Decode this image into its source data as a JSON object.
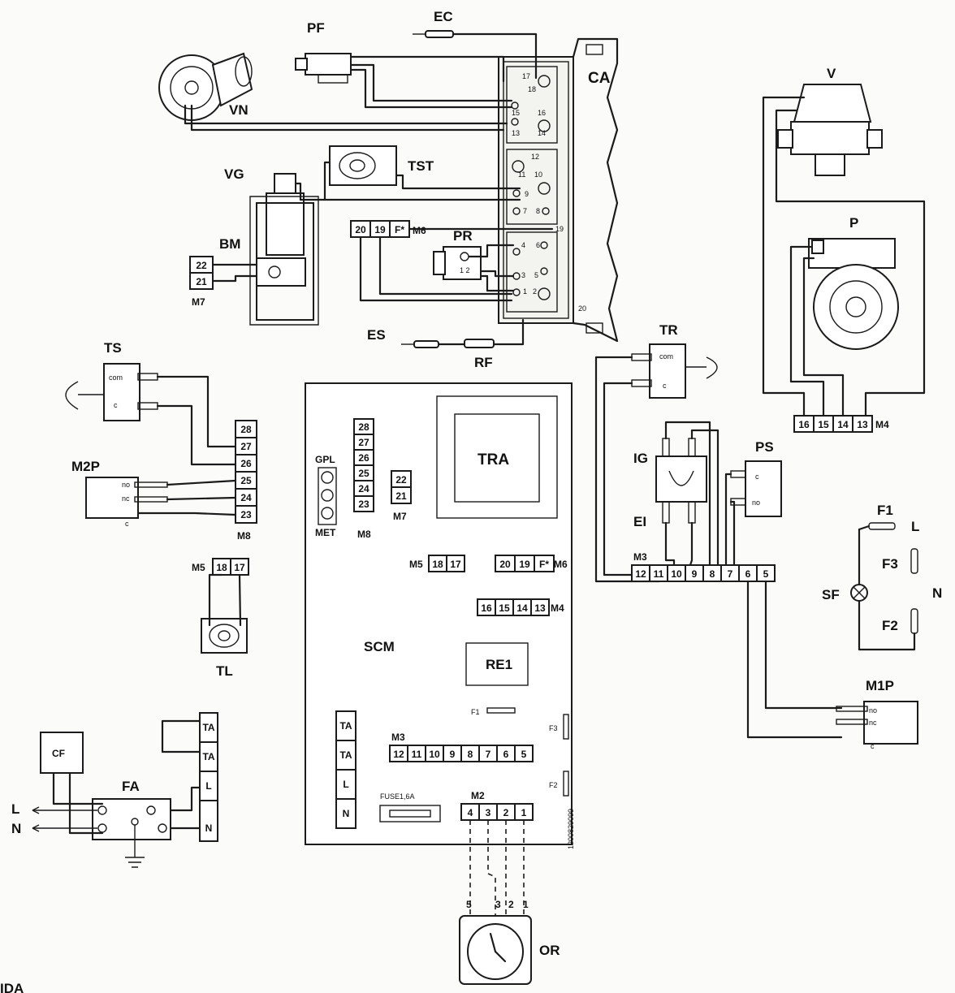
{
  "components": {
    "VN": "VN",
    "PF": "PF",
    "EC": "EC",
    "CA": "CA",
    "V": "V",
    "P": "P",
    "VG": "VG",
    "TST": "TST",
    "BM": "BM",
    "PR": "PR",
    "ES": "ES",
    "RF": "RF",
    "TR": "TR",
    "TS": "TS",
    "M2P": "M2P",
    "TRA": "TRA",
    "IG": "IG",
    "EI": "EI",
    "PS": "PS",
    "SCM": "SCM",
    "RE1": "RE1",
    "F1": "F1",
    "F2": "F2",
    "F3": "F3",
    "SF": "SF",
    "L": "L",
    "N": "N",
    "M1P": "M1P",
    "TL": "TL",
    "CF": "CF",
    "FA": "FA",
    "OR": "OR",
    "GPL": "GPL",
    "MET": "MET",
    "FUSE": "FUSE1,6A"
  },
  "terminal_blocks": {
    "M6": {
      "label": "M6",
      "terminals": [
        "20",
        "19",
        "F*"
      ]
    },
    "M7": {
      "label": "M7",
      "terminals": [
        "22",
        "21"
      ]
    },
    "M8": {
      "label": "M8",
      "terminals": [
        "28",
        "27",
        "26",
        "25",
        "24",
        "23"
      ]
    },
    "M5": {
      "label": "M5",
      "terminals": [
        "18",
        "17"
      ]
    },
    "M4": {
      "label": "M4",
      "terminals": [
        "16",
        "15",
        "14",
        "13"
      ]
    },
    "M3": {
      "label": "M3",
      "terminals": [
        "12",
        "11",
        "10",
        "9",
        "8",
        "7",
        "6",
        "5"
      ]
    },
    "M2": {
      "label": "M2",
      "terminals": [
        "4",
        "3",
        "2",
        "1"
      ]
    },
    "TA_block": [
      "TA",
      "TA",
      "L",
      "N"
    ]
  },
  "ca_terminals": [
    "17",
    "18",
    "15",
    "16",
    "13",
    "14",
    "12",
    "11",
    "10",
    "9",
    "7",
    "8",
    "19",
    "4",
    "6",
    "3",
    "5",
    "1",
    "2",
    "20"
  ],
  "switch_contacts": {
    "com": "com",
    "c": "c",
    "no": "no",
    "nc": "nc"
  },
  "or_pins": [
    "5",
    "3",
    "2",
    "1"
  ],
  "side_code": "1200829099",
  "footer_text": "IDA"
}
